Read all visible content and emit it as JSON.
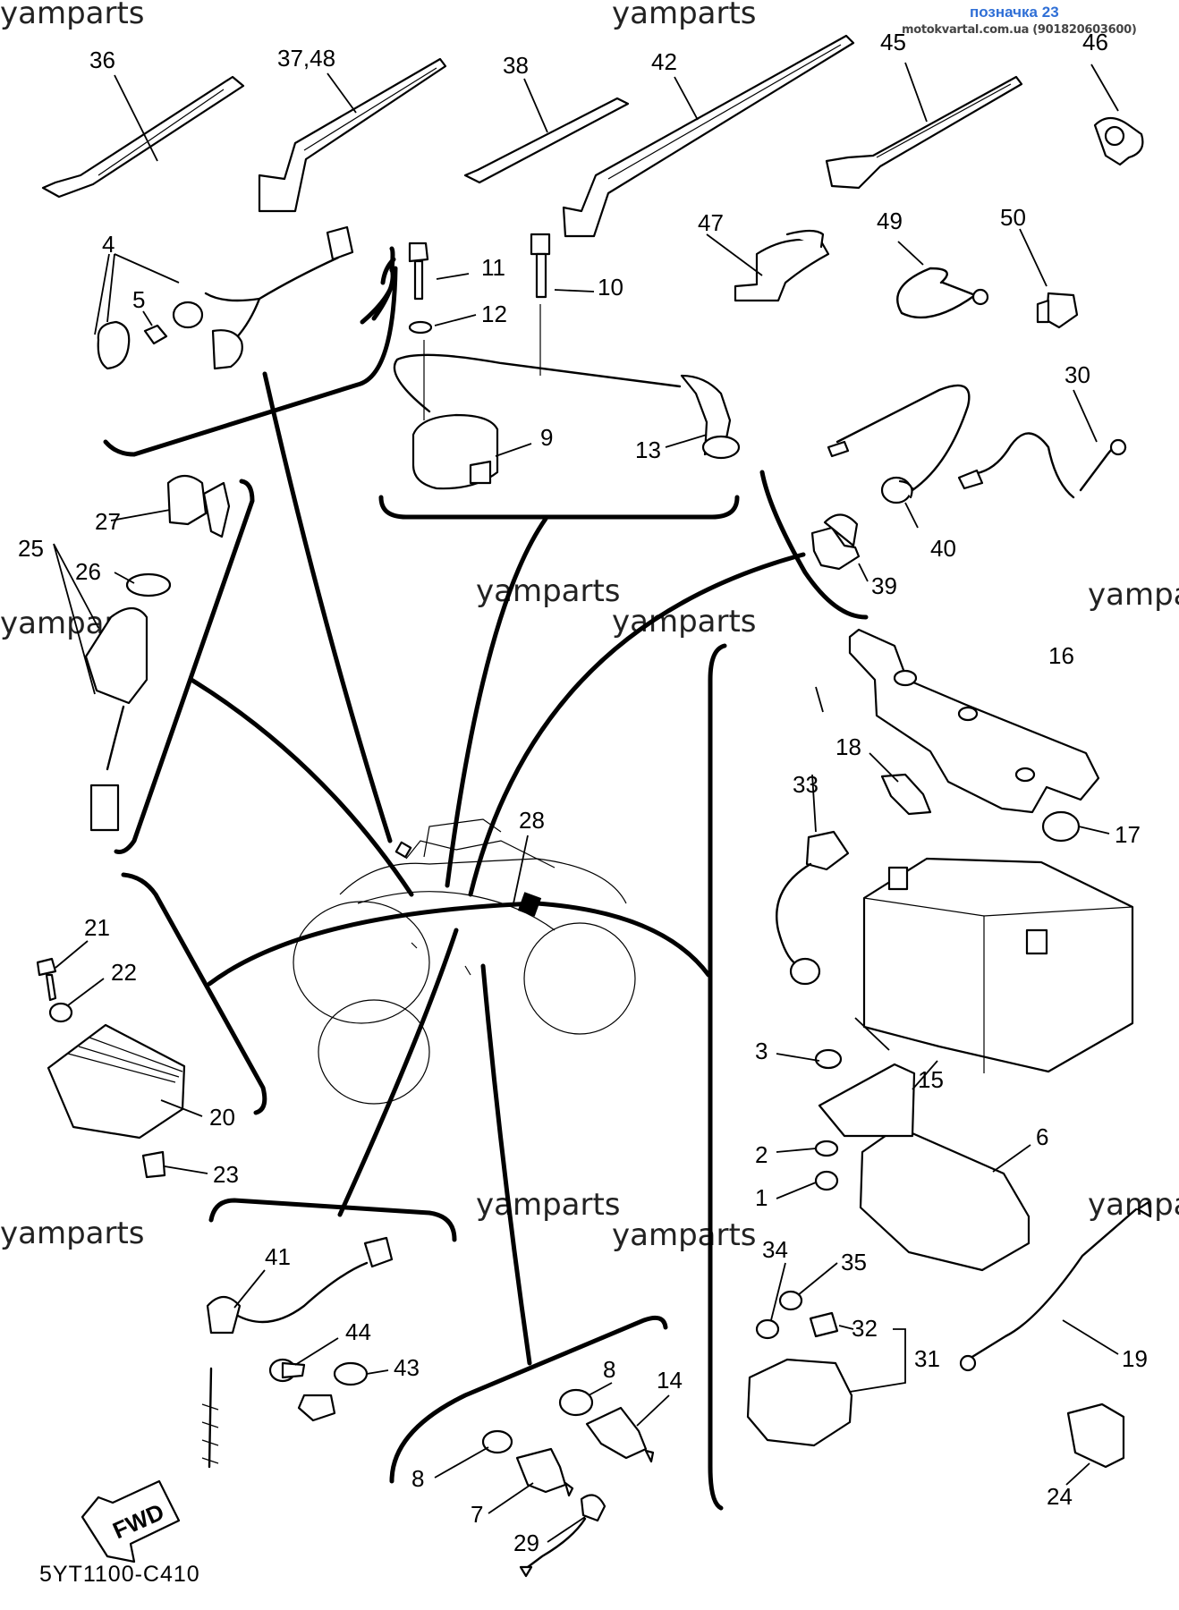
{
  "header": {
    "label": "позначка 23",
    "site": "motokvartal.com.ua (901820603600)"
  },
  "watermark": "yamparts",
  "diagram_code": "5YT1100-C410",
  "fwd_label": "FWD",
  "callouts": {
    "c1": "1",
    "c2": "2",
    "c3": "3",
    "c4": "4",
    "c5": "5",
    "c6": "6",
    "c7": "7",
    "c8a": "8",
    "c8b": "8",
    "c9": "9",
    "c10": "10",
    "c11": "11",
    "c12": "12",
    "c13": "13",
    "c14": "14",
    "c15": "15",
    "c16": "16",
    "c17": "17",
    "c18": "18",
    "c19": "19",
    "c20": "20",
    "c21": "21",
    "c22": "22",
    "c23": "23",
    "c24": "24",
    "c25": "25",
    "c26": "26",
    "c27": "27",
    "c28": "28",
    "c29": "29",
    "c30": "30",
    "c31": "31",
    "c32": "32",
    "c33": "33",
    "c34": "34",
    "c35": "35",
    "c36": "36",
    "c37_48": "37,48",
    "c38": "38",
    "c39": "39",
    "c40": "40",
    "c41": "41",
    "c42": "42",
    "c43": "43",
    "c44": "44",
    "c45": "45",
    "c46": "46",
    "c47": "47",
    "c49": "49",
    "c50": "50"
  },
  "colors": {
    "header_label": "#2f6fd6",
    "line": "#000000"
  }
}
